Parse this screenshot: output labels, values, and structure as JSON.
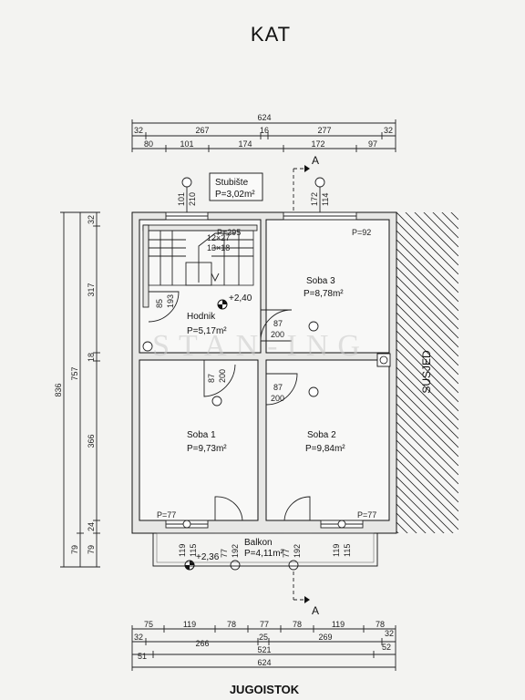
{
  "title": "KAT",
  "footer_label": "JUGOISTOK",
  "neighbor_label": "SUSJED",
  "section_marker": "A",
  "watermark": "STAN-ING",
  "stair_box": {
    "name": "Stubište",
    "area": "P=3,02m²"
  },
  "rooms": {
    "soba3": {
      "name": "Soba 3",
      "area": "P=8,78m²"
    },
    "hodnik": {
      "name": "Hodnik",
      "area": "P=5,17m²"
    },
    "soba1": {
      "name": "Soba 1",
      "area": "P=9,73m²"
    },
    "soba2": {
      "name": "Soba 2",
      "area": "P=9,84m²"
    },
    "balkon": {
      "name": "Balkon",
      "area": "P=4,11m²"
    }
  },
  "levels": {
    "upper": "+2,40",
    "balcony": "+2,36"
  },
  "stair_text": {
    "steps": "12×27",
    "rise": "13×18",
    "p295": "P=295"
  },
  "parapets": {
    "p92": "P=92",
    "p77a": "P=77",
    "p77b": "P=77"
  },
  "top_dims": {
    "total": "624",
    "row2": [
      "32",
      "267",
      "16",
      "277",
      "32"
    ],
    "row3": [
      "80",
      "101",
      "174",
      "172",
      "97"
    ]
  },
  "bottom_dims": {
    "row1": [
      "75",
      "119",
      "78",
      "77",
      "78",
      "119",
      "78"
    ],
    "row2": [
      "32",
      "266",
      "25",
      "269",
      "32"
    ],
    "row3": [
      "51",
      "521",
      "52"
    ],
    "total": "624"
  },
  "left_dims": {
    "total": "836",
    "col2": [
      "757",
      "79"
    ],
    "col3": [
      "32",
      "317",
      "18",
      "366",
      "24",
      "79"
    ]
  },
  "window_labels": {
    "w_stair_a": "101",
    "w_stair_b": "210",
    "w_soba3_a": "172",
    "w_soba3_b": "114",
    "w_b1_a": "119",
    "w_b1_b": "115",
    "w_b2_a": "119",
    "w_b2_b": "115",
    "d_balk1_a": "77",
    "d_balk1_b": "192",
    "d_balk2_a": "77",
    "d_balk2_b": "192",
    "d_hod_a": "87",
    "d_hod_b": "200",
    "d_s1_a": "87",
    "d_s1_b": "200",
    "d_s2_a": "87",
    "d_s2_b": "200",
    "d_stair_a": "85",
    "d_stair_b": "193"
  }
}
